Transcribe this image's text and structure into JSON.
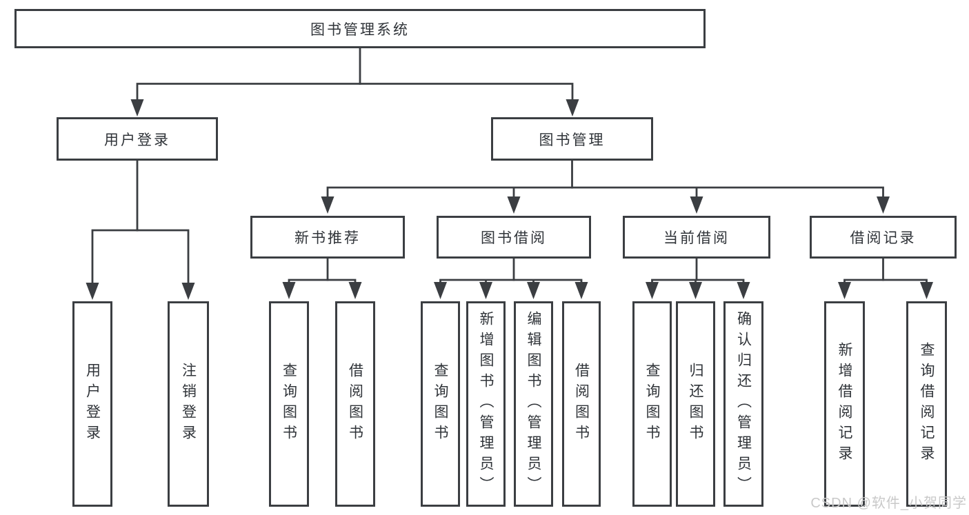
{
  "diagram": {
    "root": "图书管理系统",
    "branches": [
      {
        "label": "用户登录",
        "leaves": [
          "用户登录",
          "注销登录"
        ]
      },
      {
        "label": "图书管理",
        "sections": [
          {
            "label": "新书推荐",
            "leaves": [
              "查询图书",
              "借阅图书"
            ]
          },
          {
            "label": "图书借阅",
            "leaves": [
              "查询图书",
              "新增图书（管理员）",
              "编辑图书（管理员）",
              "借阅图书"
            ]
          },
          {
            "label": "当前借阅",
            "leaves": [
              "查询图书",
              "归还图书",
              "确认归还（管理员）"
            ]
          },
          {
            "label": "借阅记录",
            "leaves": [
              "新增借阅记录",
              "查询借阅记录"
            ]
          }
        ]
      }
    ],
    "watermark": "CSDN @软件_小贺同学",
    "colors": {
      "line": "#3b3e42",
      "text": "#2f3338",
      "watermark": "#c9c9c9",
      "background": "#ffffff"
    }
  }
}
